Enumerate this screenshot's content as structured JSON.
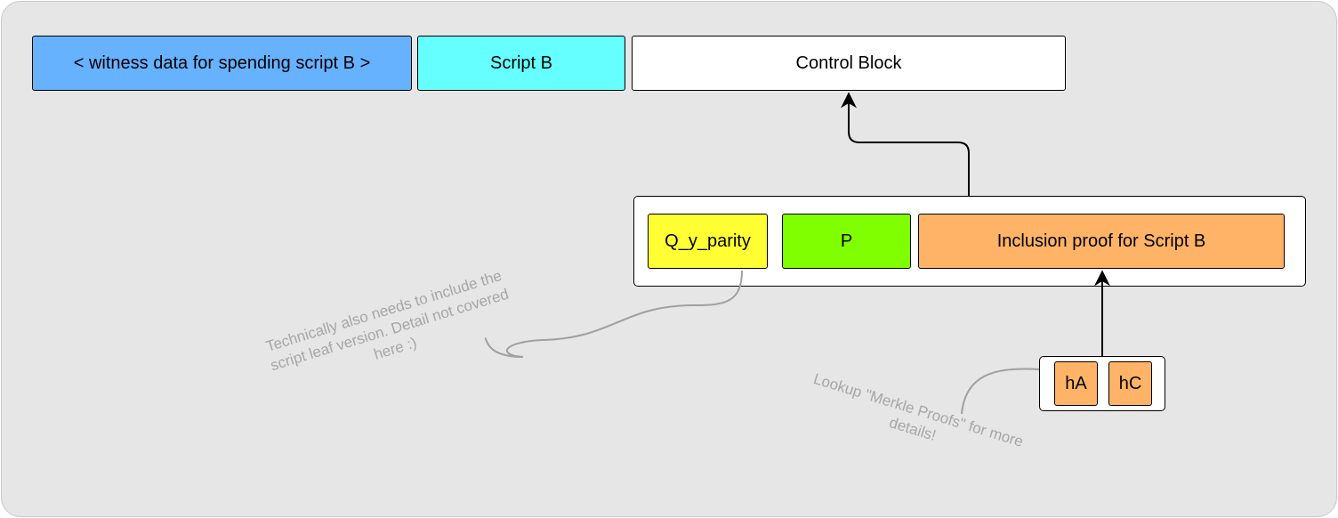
{
  "witness": {
    "label": "< witness data for spending script B >",
    "color": "#66b2ff"
  },
  "script_b": {
    "label": "Script B",
    "color": "#66ffff"
  },
  "control_block": {
    "label": "Control Block",
    "color": "#ffffff"
  },
  "control_block_parts": {
    "q_y_parity": {
      "label": "Q_y_parity",
      "color": "#ffff33"
    },
    "p": {
      "label": "P",
      "color": "#80ff00"
    },
    "inclusion_proof": {
      "label": "Inclusion proof for Script B",
      "color": "#ffb366"
    }
  },
  "merkle_proof_parts": {
    "ha": {
      "label": "hA",
      "color": "#ffb366"
    },
    "hc": {
      "label": "hC",
      "color": "#ffb366"
    }
  },
  "notes": {
    "leaf_version_line1": "Technically also needs to include the",
    "leaf_version_line2": "script leaf version. Detail not covered",
    "leaf_version_line3": "here :)",
    "merkle_line1": "Lookup \"Merkle Proofs\" for more",
    "merkle_line2": "details!"
  }
}
